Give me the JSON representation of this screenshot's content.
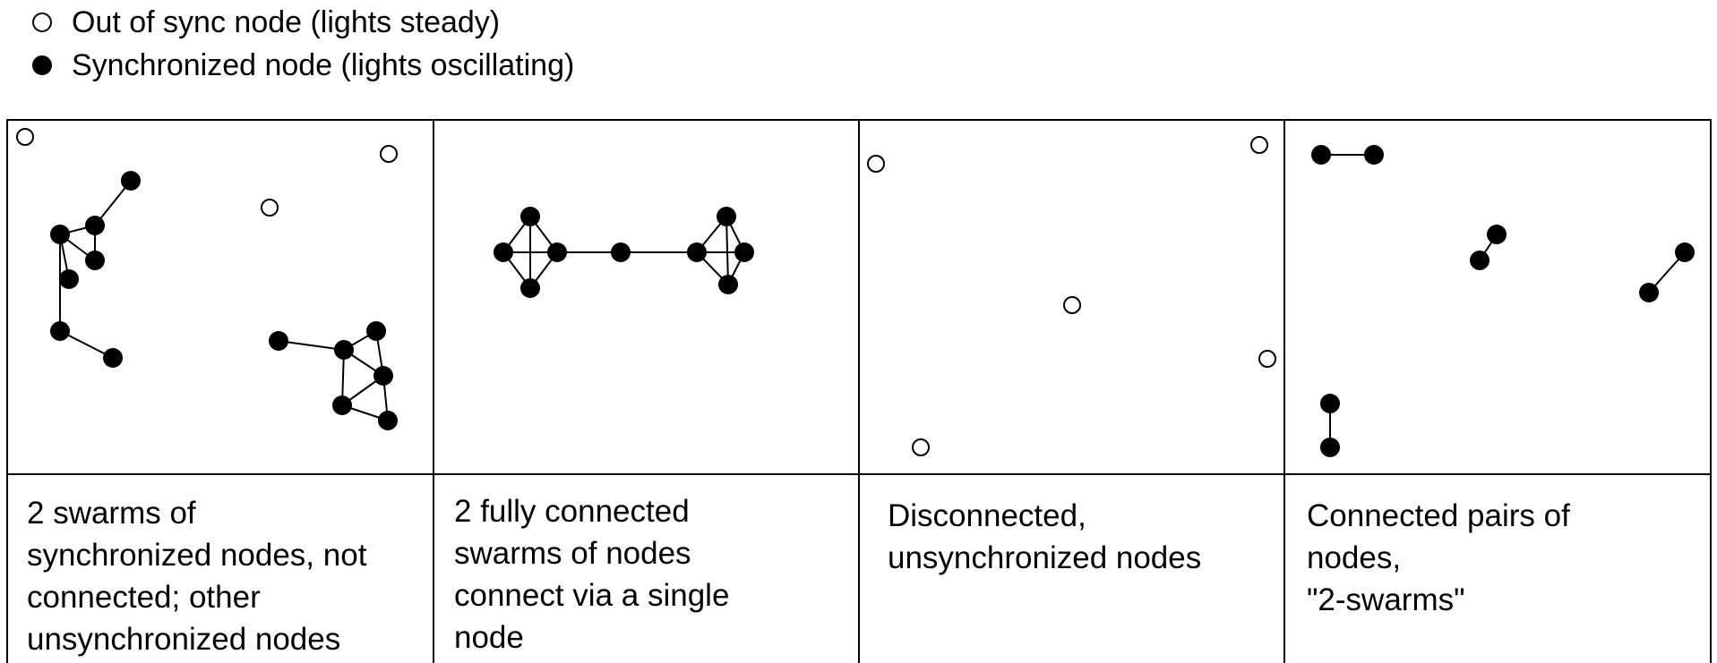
{
  "legend": [
    {
      "kind": "hollow",
      "label": "Out of sync node (lights steady)"
    },
    {
      "kind": "filled",
      "label": "Synchronized node (lights oscillating)"
    }
  ],
  "panels": [
    {
      "caption": "2 swarms of\nsynchronized nodes, not\nconnected; other\nunsynchronized nodes",
      "nodes": [
        {
          "id": "a1",
          "sync": false
        },
        {
          "id": "a2",
          "sync": false
        },
        {
          "id": "a3",
          "sync": false
        },
        {
          "id": "a4",
          "sync": true
        },
        {
          "id": "a5",
          "sync": true
        },
        {
          "id": "a6",
          "sync": true
        },
        {
          "id": "a7",
          "sync": true
        },
        {
          "id": "a8",
          "sync": true
        },
        {
          "id": "a9",
          "sync": true
        },
        {
          "id": "a10",
          "sync": true
        },
        {
          "id": "a11",
          "sync": true
        },
        {
          "id": "a12",
          "sync": true
        },
        {
          "id": "a13",
          "sync": true
        },
        {
          "id": "a14",
          "sync": true
        },
        {
          "id": "a15",
          "sync": true
        },
        {
          "id": "a16",
          "sync": true
        }
      ],
      "edges": [
        [
          "a4",
          "a5"
        ],
        [
          "a5",
          "a6"
        ],
        [
          "a5",
          "a7"
        ],
        [
          "a6",
          "a7"
        ],
        [
          "a6",
          "a8"
        ],
        [
          "a6",
          "a9"
        ],
        [
          "a9",
          "a10"
        ],
        [
          "a11",
          "a12"
        ],
        [
          "a12",
          "a13"
        ],
        [
          "a12",
          "a14"
        ],
        [
          "a12",
          "a15"
        ],
        [
          "a13",
          "a14"
        ],
        [
          "a14",
          "a15"
        ],
        [
          "a14",
          "a16"
        ],
        [
          "a15",
          "a16"
        ]
      ]
    },
    {
      "caption": "2 fully connected\nswarms of nodes\nconnect via a single\nnode",
      "nodes": [
        {
          "id": "b1",
          "sync": true
        },
        {
          "id": "b2",
          "sync": true
        },
        {
          "id": "b3",
          "sync": true
        },
        {
          "id": "b4",
          "sync": true
        },
        {
          "id": "b5",
          "sync": true
        },
        {
          "id": "b6",
          "sync": true
        },
        {
          "id": "b7",
          "sync": true
        },
        {
          "id": "b8",
          "sync": true
        },
        {
          "id": "b9",
          "sync": true
        }
      ],
      "edges": [
        [
          "b1",
          "b2"
        ],
        [
          "b1",
          "b3"
        ],
        [
          "b1",
          "b4"
        ],
        [
          "b2",
          "b3"
        ],
        [
          "b2",
          "b4"
        ],
        [
          "b3",
          "b4"
        ],
        [
          "b3",
          "b5"
        ],
        [
          "b5",
          "b6"
        ],
        [
          "b6",
          "b7"
        ],
        [
          "b6",
          "b8"
        ],
        [
          "b6",
          "b9"
        ],
        [
          "b7",
          "b8"
        ],
        [
          "b7",
          "b9"
        ],
        [
          "b8",
          "b9"
        ]
      ]
    },
    {
      "caption": "Disconnected,\nunsynchronized nodes",
      "nodes": [
        {
          "id": "c1",
          "sync": false
        },
        {
          "id": "c2",
          "sync": false
        },
        {
          "id": "c3",
          "sync": false
        },
        {
          "id": "c4",
          "sync": false
        },
        {
          "id": "c5",
          "sync": false
        }
      ],
      "edges": []
    },
    {
      "caption": "Connected pairs of\nnodes,\n\"2-swarms\"",
      "nodes": [
        {
          "id": "d1",
          "sync": true
        },
        {
          "id": "d2",
          "sync": true
        },
        {
          "id": "d3",
          "sync": true
        },
        {
          "id": "d4",
          "sync": true
        },
        {
          "id": "d5",
          "sync": true
        },
        {
          "id": "d6",
          "sync": true
        },
        {
          "id": "d7",
          "sync": true
        },
        {
          "id": "d8",
          "sync": true
        }
      ],
      "edges": [
        [
          "d1",
          "d2"
        ],
        [
          "d3",
          "d4"
        ],
        [
          "d5",
          "d6"
        ],
        [
          "d7",
          "d8"
        ]
      ]
    }
  ]
}
